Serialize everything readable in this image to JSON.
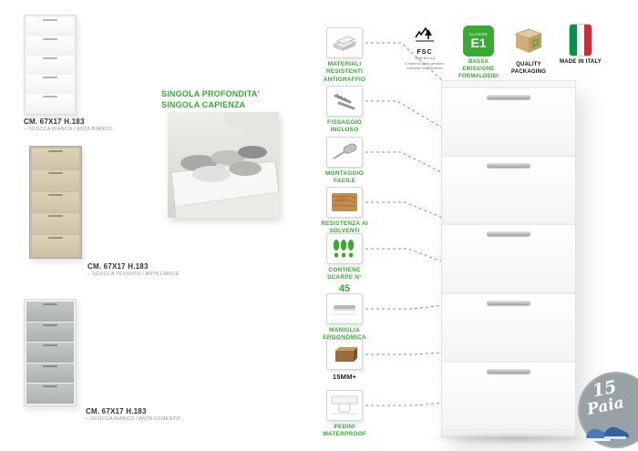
{
  "colors": {
    "accent_green": "#3aaa35",
    "line_green": "#6cb65c",
    "flag_green": "#009246",
    "flag_red": "#ce2b37"
  },
  "headline": {
    "line1": "SINGOLA PROFONDITA'",
    "line2": "SINGOLA CAPIENZA"
  },
  "variants": [
    {
      "dims": "CM. 67X17 H.183",
      "finish": "– SCOCCA BIANCO / ANTA BIANCO"
    },
    {
      "dims": "CM. 67X17 H.183",
      "finish": "– SCOCCA TESSUTO / ANTA LARICE"
    },
    {
      "dims": "CM. 67X17 H.183",
      "finish": "– SCOCCA BIANCO / ANTA CEMENTO"
    }
  ],
  "features": [
    {
      "label": "MATERIALI RESISTENTI ANTIGRAFFIO",
      "icon": "layered-material-icon"
    },
    {
      "label": "FISSAGGIO INCLUSO",
      "icon": "screws-icon"
    },
    {
      "label": "MONTAGGIO FACILE",
      "icon": "screwdriver-icon"
    },
    {
      "label": "RESISTENZA AI SOLVENTI",
      "icon": "wood-surface-icon"
    },
    {
      "label": "CONTIENE SCARPE N°",
      "value": "45",
      "icon": "shoe-soles-icon"
    },
    {
      "label": "MANIGLIA ERGONOMICA",
      "icon": "handle-icon"
    },
    {
      "label": "15MM+",
      "icon": "panel-thickness-icon"
    },
    {
      "label": "PEDINI WATERPROOF",
      "icon": "foot-icon"
    }
  ],
  "badges": {
    "fsc": {
      "title": "FSC",
      "sub1": "www.fsc.org",
      "sub2": "Il marchio della gestione",
      "sub3": "forestale responsabile"
    },
    "e1": {
      "small": "CLASSE",
      "big": "E1",
      "label": "BASSA EMISSIONE FORMALDEIDI"
    },
    "packaging": {
      "label": "QUALITY PACKAGING"
    },
    "italy": {
      "label": "MADE IN ITALY"
    }
  },
  "capacity_badge": {
    "number": "15",
    "word": "Paia"
  }
}
